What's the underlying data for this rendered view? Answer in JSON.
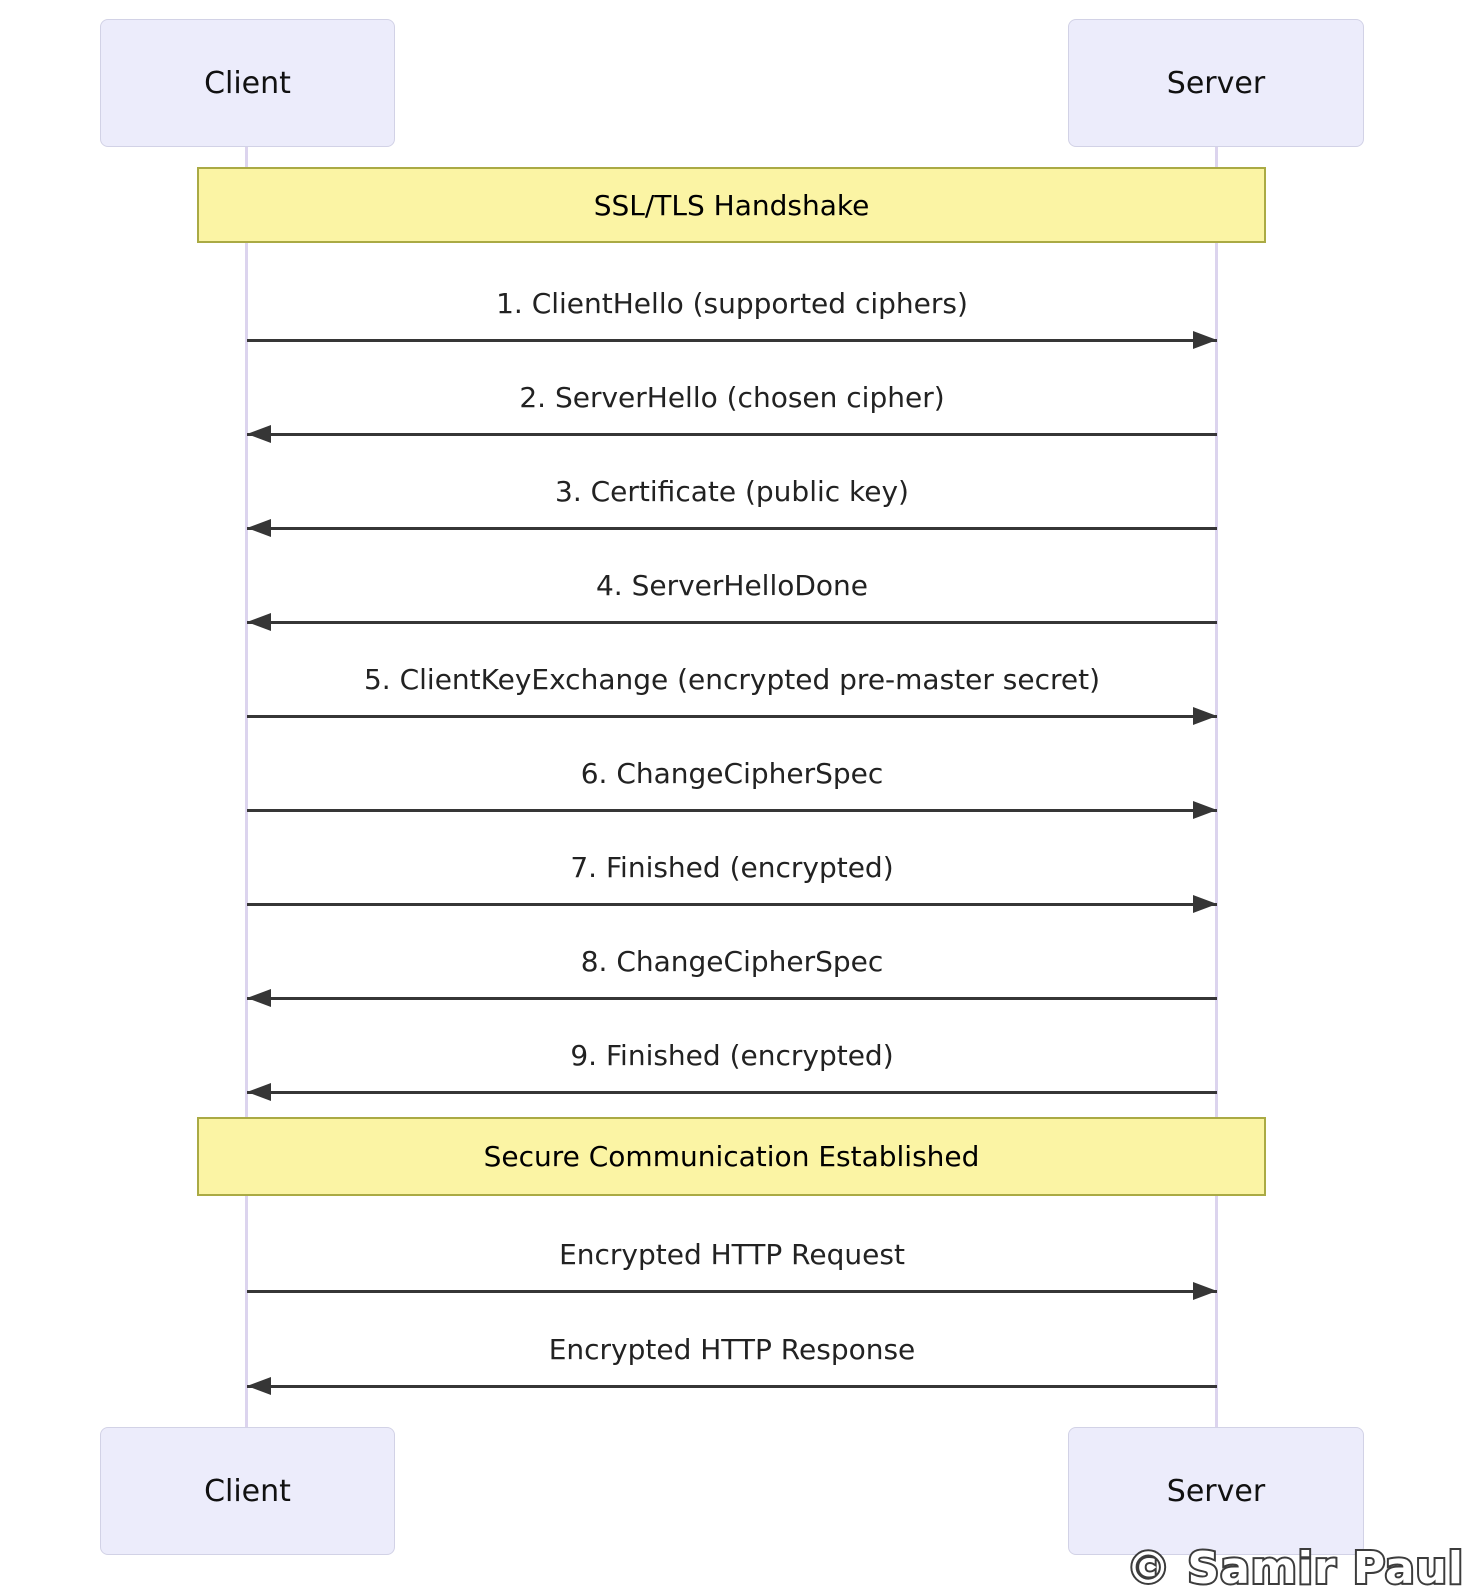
{
  "diagram": {
    "actors": [
      {
        "id": "client",
        "label": "Client"
      },
      {
        "id": "server",
        "label": "Server"
      }
    ],
    "banners": [
      {
        "label": "SSL/TLS Handshake"
      },
      {
        "label": "Secure Communication Established"
      }
    ],
    "messages": [
      {
        "label": "1. ClientHello (supported ciphers)",
        "from": "client",
        "to": "server",
        "direction": "right"
      },
      {
        "label": "2. ServerHello (chosen cipher)",
        "from": "server",
        "to": "client",
        "direction": "left"
      },
      {
        "label": "3. Certificate (public key)",
        "from": "server",
        "to": "client",
        "direction": "left"
      },
      {
        "label": "4. ServerHelloDone",
        "from": "server",
        "to": "client",
        "direction": "left"
      },
      {
        "label": "5. ClientKeyExchange (encrypted pre-master secret)",
        "from": "client",
        "to": "server",
        "direction": "right"
      },
      {
        "label": "6. ChangeCipherSpec",
        "from": "client",
        "to": "server",
        "direction": "right"
      },
      {
        "label": "7. Finished (encrypted)",
        "from": "client",
        "to": "server",
        "direction": "right"
      },
      {
        "label": "8. ChangeCipherSpec",
        "from": "server",
        "to": "client",
        "direction": "left"
      },
      {
        "label": "9. Finished (encrypted)",
        "from": "server",
        "to": "client",
        "direction": "left"
      },
      {
        "label": "Encrypted HTTP Request",
        "from": "client",
        "to": "server",
        "direction": "right"
      },
      {
        "label": "Encrypted HTTP Response",
        "from": "server",
        "to": "client",
        "direction": "left"
      }
    ],
    "watermark": "© Samir Paul",
    "colors": {
      "actor_fill": "#ECECFB",
      "actor_border": "#D2D2E6",
      "banner_fill": "#FBF4A4",
      "banner_border": "#AAAA44",
      "lifeline": "#DCD4EE",
      "arrow": "#363636",
      "text": "#222222"
    }
  }
}
